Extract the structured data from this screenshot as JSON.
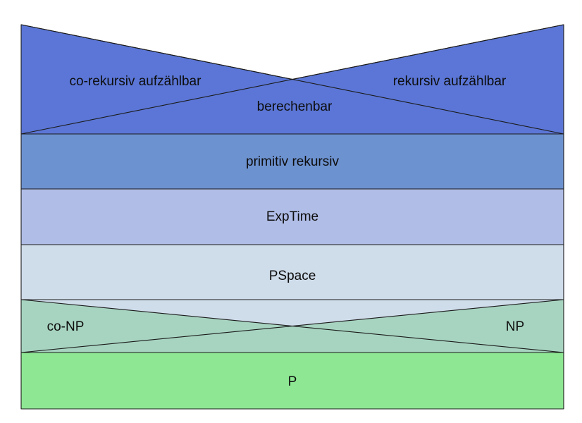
{
  "diagram": {
    "title": "complexity-class-inclusion-diagram",
    "labels": {
      "co_re": "co-rekursiv aufzählbar",
      "re": "rekursiv aufzählbar",
      "computable": "berechenbar",
      "prim_rec": "primitiv rekursiv",
      "exptime": "ExpTime",
      "pspace": "PSpace",
      "co_np": "co-NP",
      "np": "NP",
      "p": "P"
    },
    "colors": {
      "re_band": "#5b76d6",
      "prim_rec_band": "#6d92d0",
      "exptime_band": "#b0bde6",
      "pspace_band": "#cfdcea",
      "np_band": "#a7d4c1",
      "p_band": "#8de793",
      "outline": "#1b1b1b"
    }
  }
}
